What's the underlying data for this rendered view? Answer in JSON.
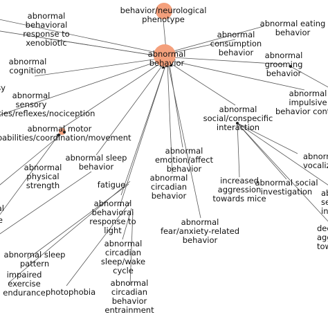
{
  "accent_node_color": "#f4a07c",
  "edge_color": "#555555",
  "hub": {
    "label": [
      "abnormal",
      "behavior"
    ]
  },
  "root": {
    "label": [
      "behavior/neurological",
      "phenotype"
    ]
  },
  "nodes": [
    {
      "id": "xenobiotic",
      "label": [
        "abnormal",
        "behavioral",
        "response to",
        "xenobiotic"
      ]
    },
    {
      "id": "cognition",
      "label": [
        "abnormal",
        "cognition"
      ]
    },
    {
      "id": "sensory",
      "label": [
        "abnormal",
        "sensory",
        "capabilities/reflexes/nociception"
      ]
    },
    {
      "id": "motor",
      "label": [
        "abnormal motor",
        "capabilities/coordination/movement"
      ]
    },
    {
      "id": "sleep-behavior",
      "label": [
        "abnormal sleep",
        "behavior"
      ]
    },
    {
      "id": "physical-strength",
      "label": [
        "abnormal",
        "physical",
        "strength"
      ]
    },
    {
      "id": "fatigue",
      "label": [
        "fatigue"
      ]
    },
    {
      "id": "light-response",
      "label": [
        "abnormal",
        "behavioral",
        "response to",
        "light"
      ]
    },
    {
      "id": "circadian-behavior",
      "label": [
        "abnormal",
        "circadian",
        "behavior"
      ]
    },
    {
      "id": "sleep-pattern",
      "label": [
        "abnormal sleep",
        "pattern"
      ]
    },
    {
      "id": "exercise-endurance",
      "label": [
        "impaired",
        "exercise",
        "endurance"
      ]
    },
    {
      "id": "photophobia",
      "label": [
        "photophobia"
      ]
    },
    {
      "id": "sleep-wake",
      "label": [
        "abnormal",
        "circadian",
        "sleep/wake",
        "cycle"
      ]
    },
    {
      "id": "entrainment",
      "label": [
        "abnormal",
        "circadian",
        "behavior",
        "entrainment"
      ]
    },
    {
      "id": "fear",
      "label": [
        "abnormal",
        "fear/anxiety-related",
        "behavior"
      ]
    },
    {
      "id": "emotion",
      "label": [
        "abnormal",
        "emotion/affect",
        "behavior"
      ]
    },
    {
      "id": "social",
      "label": [
        "abnormal",
        "social/conspecific",
        "interaction"
      ]
    },
    {
      "id": "aggression-mice",
      "label": [
        "increased",
        "aggression",
        "towards mice"
      ]
    },
    {
      "id": "social-investigation",
      "label": [
        "abnormal social",
        "investigation"
      ]
    },
    {
      "id": "sexual-interaction",
      "label": [
        "abnormal",
        "sexual",
        "interaction"
      ]
    },
    {
      "id": "decreased-aggression",
      "label": [
        "decreased",
        "aggression",
        "towards mice"
      ]
    },
    {
      "id": "vocalization",
      "label": [
        "abnormal",
        "vocalization"
      ]
    },
    {
      "id": "impulsive",
      "label": [
        "abnormal",
        "impulsive",
        "behavior control"
      ]
    },
    {
      "id": "grooming",
      "label": [
        "abnormal",
        "grooming",
        "behavior"
      ]
    },
    {
      "id": "consumption",
      "label": [
        "abnormal",
        "consumption",
        "behavior"
      ]
    },
    {
      "id": "eating",
      "label": [
        "abnormal eating",
        "behavior"
      ]
    },
    {
      "id": "left-partial-a",
      "label": [
        "sy"
      ]
    },
    {
      "id": "left-partial-b",
      "label": [
        "al"
      ]
    },
    {
      "id": "left-partial-c",
      "label": [
        "e"
      ]
    }
  ]
}
